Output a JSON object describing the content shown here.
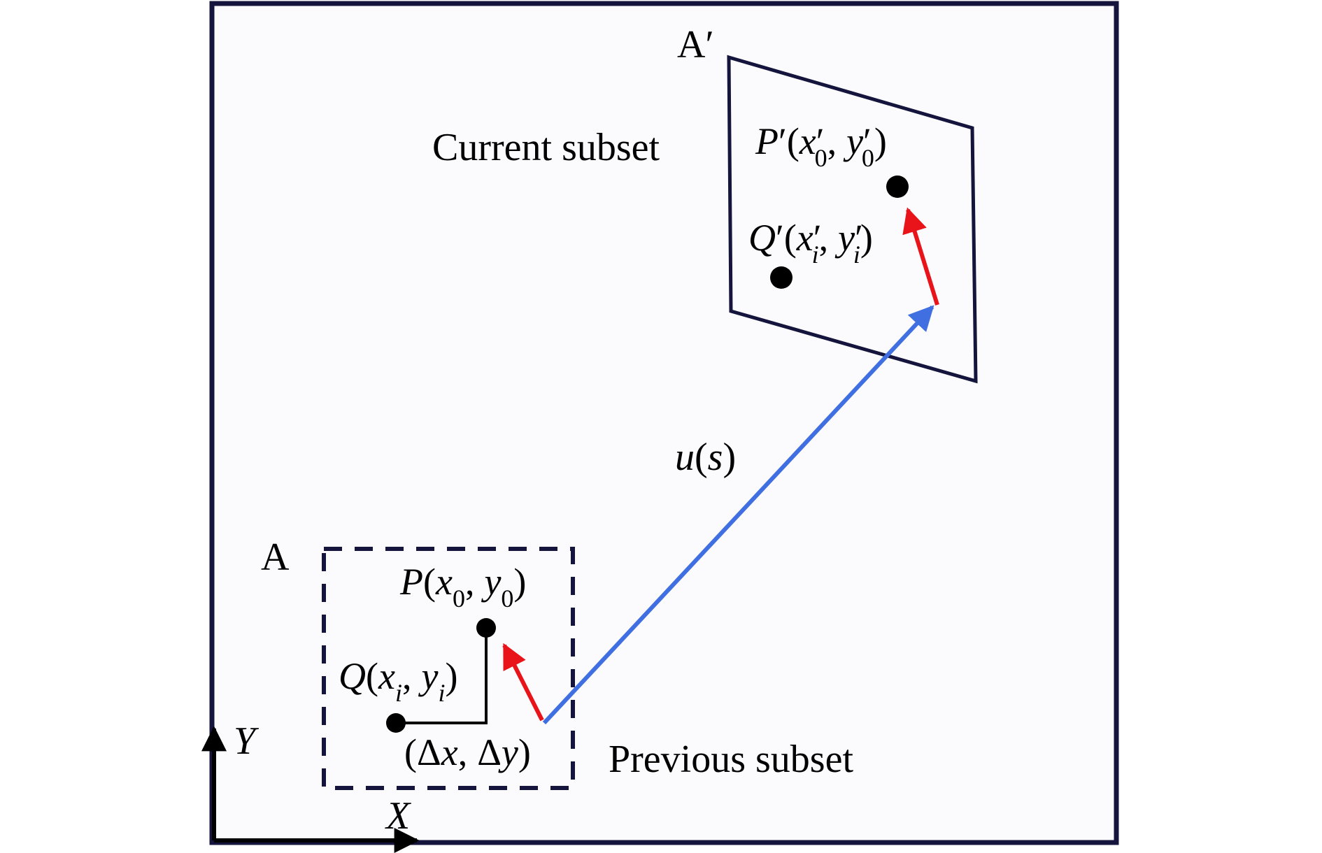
{
  "labels": {
    "a_prime": "A′",
    "a": "A",
    "current_subset": "Current subset",
    "previous_subset": "Previous subset",
    "axis_x": "X",
    "axis_y": "Y",
    "u": "u",
    "s": "s",
    "P": "P",
    "Q": "Q",
    "x": "x",
    "y": "y",
    "zero": "0",
    "i": "i",
    "prime": "′",
    "delta_x": "x",
    "delta_y": "y",
    "delta": "Δ",
    "open_paren": "(",
    "close_paren": ")",
    "comma": ","
  },
  "colors": {
    "frame": "#14143c",
    "background": "#fbfbfd",
    "displacement_arrow": "#3f6fe0",
    "local_arrow": "#e8141a",
    "points": "#000000"
  }
}
